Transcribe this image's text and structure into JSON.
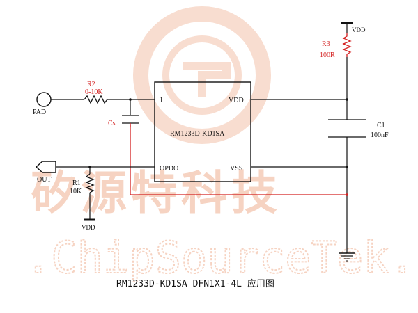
{
  "watermark": {
    "chinese": "矽源特科技",
    "english": ".ChipSourceTek."
  },
  "chip": {
    "name": "RM1233D-KD1SA",
    "pins": {
      "i": "I",
      "vdd": "VDD",
      "opdo": "OPDO",
      "vss": "VSS"
    }
  },
  "components": {
    "r2": {
      "ref": "R2",
      "value": "0-10K"
    },
    "r3": {
      "ref": "R3",
      "value": "100R"
    },
    "r1": {
      "ref": "R1",
      "value": "10K"
    },
    "c1": {
      "ref": "C1",
      "value": "100nF"
    },
    "cs": {
      "ref": "Cs"
    }
  },
  "ports": {
    "pad": "PAD",
    "out": "OUT",
    "vdd_top": "VDD",
    "vdd_bottom": "VDD"
  },
  "caption": "RM1233D-KD1SA DFN1X1-4L 应用图",
  "colors": {
    "wire": "#111111",
    "red_trace": "#d42020",
    "watermark": "#f6d3c2"
  }
}
